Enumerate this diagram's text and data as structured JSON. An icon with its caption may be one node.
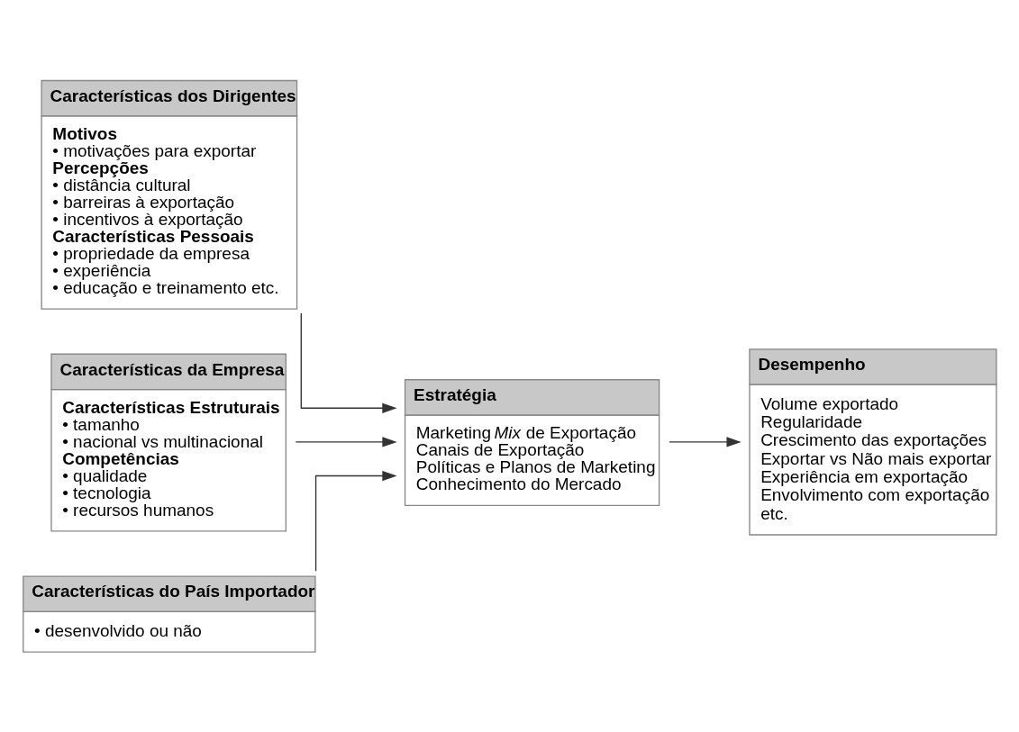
{
  "diagram": {
    "nodes": [
      {
        "text": [
          "Características dos Dirigentes",
          "Motivos",
          "• motivações para exportar",
          "Percepções",
          "• distância cultural",
          "• barreiras à exportação",
          "• incentivos à exportação",
          "Características Pessoais",
          "• propriedade da empresa",
          "• experiência",
          "• educação e treinamento etc."
        ]
      },
      {
        "text": [
          "Características da Empresa",
          "Características Estruturais",
          "• tamanho",
          "• nacional vs multinacional",
          "Competências",
          "• qualidade",
          "• tecnologia",
          "• recursos humanos"
        ]
      },
      {
        "text": [
          "Características do País Importador",
          "• desenvolvido ou não"
        ]
      },
      {
        "text": [
          "Estratégia",
          "Marketing *Mix* de Exportação",
          "Canais de Exportação",
          "Políticas e Planos de Marketing",
          "Conhecimento do Mercado"
        ]
      },
      {
        "text": [
          "Desempenho",
          "Volume exportado",
          "Regularidade",
          "Crescimento das exportações",
          "Exportar vs Não mais exportar",
          "Experiência em exportação",
          "Envolvimento com exportação",
          "etc."
        ]
      }
    ],
    "edges": [
      {
        "from": 0,
        "to": 3,
        "arrow": "to"
      },
      {
        "from": 1,
        "to": 3,
        "arrow": "to"
      },
      {
        "from": 2,
        "to": 3,
        "arrow": "to"
      },
      {
        "from": 3,
        "to": 4,
        "arrow": "to"
      }
    ]
  }
}
